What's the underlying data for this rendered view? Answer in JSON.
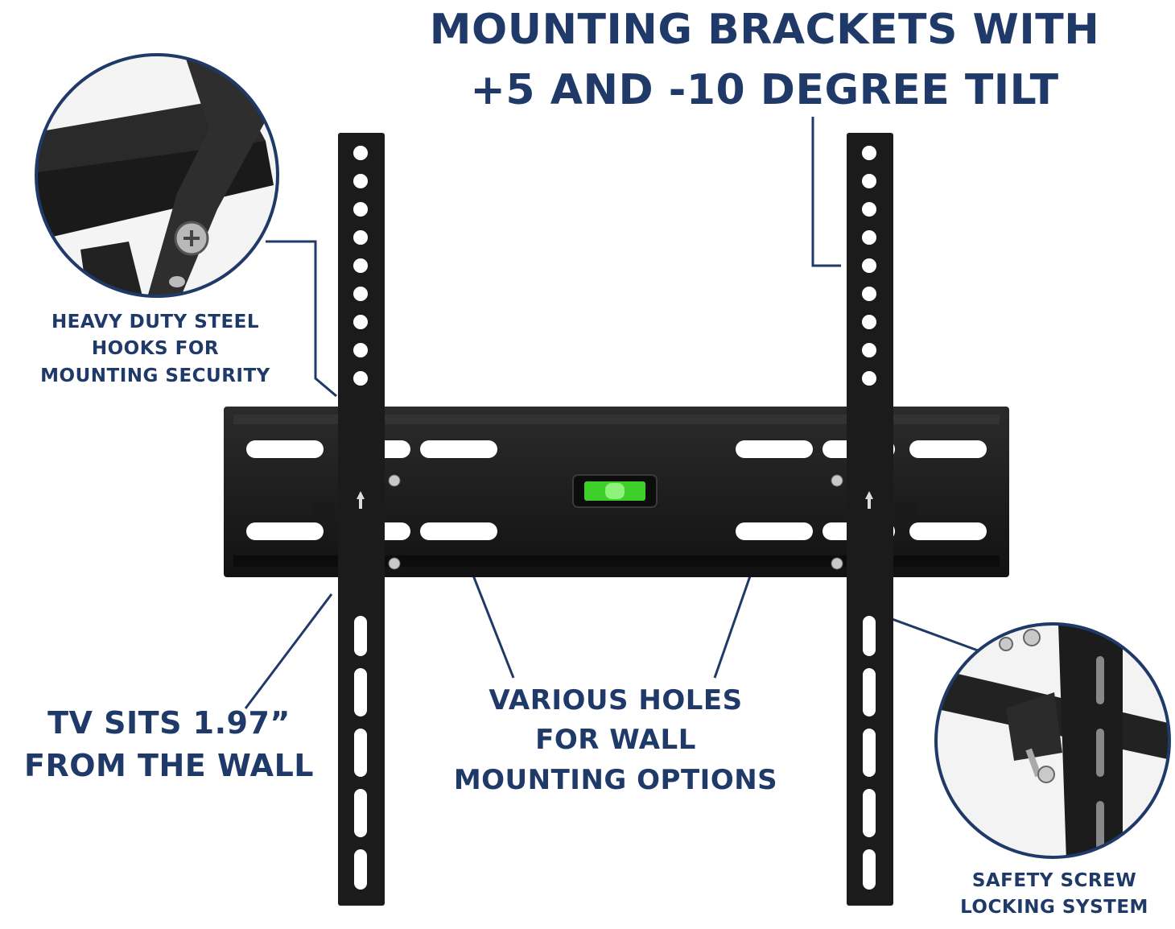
{
  "title": {
    "line1": "MOUNTING BRACKETS WITH",
    "line2": "+5 AND -10 DEGREE TILT"
  },
  "callouts": {
    "hooks": {
      "line1": "HEAVY DUTY STEEL",
      "line2": "HOOKS FOR",
      "line3": "MOUNTING SECURITY"
    },
    "wall_distance": {
      "line1": "TV SITS 1.97”",
      "line2": "FROM THE WALL"
    },
    "holes": {
      "line1": "VARIOUS HOLES",
      "line2": "FOR WALL",
      "line3": "MOUNTING OPTIONS"
    },
    "safety": {
      "line1": "SAFETY SCREW",
      "line2": "LOCKING SYSTEM"
    }
  },
  "colors": {
    "text": "#1f3a68",
    "bracket": "#1b1b1b",
    "level_bubble": "#3fcf2a"
  }
}
